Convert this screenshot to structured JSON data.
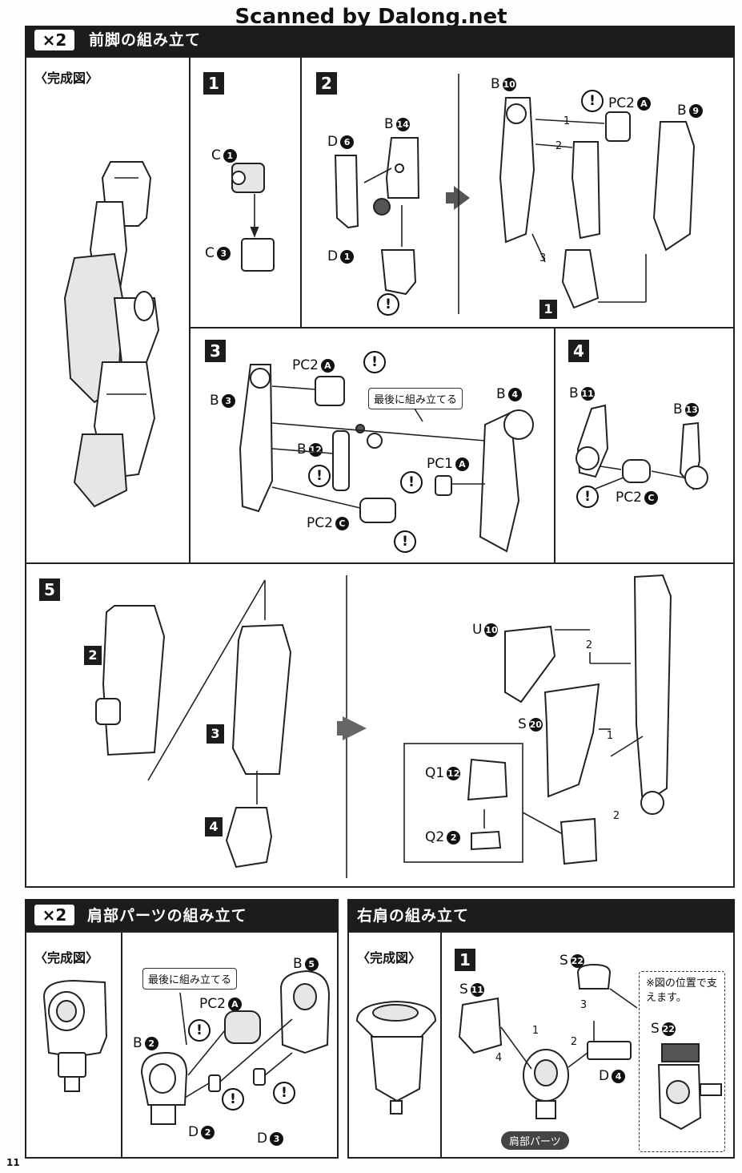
{
  "watermark": "Scanned by Dalong.net",
  "section1": {
    "multiplier": "×2",
    "title": "前脚の組み立て",
    "completed": "〈完成図〉",
    "steps": [
      "1",
      "2",
      "3",
      "4",
      "5"
    ],
    "step1": {
      "a": "C",
      "a_num": "1",
      "b": "C",
      "b_num": "3"
    },
    "step2": {
      "d6": "D",
      "d6_num": "6",
      "b14": "B",
      "b14_num": "14",
      "d1": "D",
      "d1_num": "1",
      "b10": "B",
      "b10_num": "10",
      "pc2": "PC2",
      "pc2_letter": "A",
      "b9": "B",
      "b9_num": "9",
      "hex1": "1",
      "hex2": "2",
      "hex3": "3",
      "ref": "1"
    },
    "step3": {
      "pc2a": "PC2",
      "pc2a_letter": "A",
      "b3": "B",
      "b3_num": "3",
      "last_note": "最後に組み立てる",
      "b4": "B",
      "b4_num": "4",
      "b12": "B",
      "b12_num": "12",
      "pc1": "PC1",
      "pc1_letter": "A",
      "pc2c": "PC2",
      "pc2c_letter": "C"
    },
    "step4": {
      "b11": "B",
      "b11_num": "11",
      "b13": "B",
      "b13_num": "13",
      "pc2c": "PC2",
      "pc2c_letter": "C"
    },
    "step5": {
      "ref2": "2",
      "ref3": "3",
      "ref4": "4",
      "u10": "U",
      "u10_num": "10",
      "s20": "S",
      "s20_num": "20",
      "q1": "Q1",
      "q1_num": "12",
      "q2": "Q2",
      "q2_num": "2",
      "hex2a": "2",
      "hex1": "1",
      "hex2b": "2"
    }
  },
  "section2": {
    "multiplier": "×2",
    "title": "肩部パーツの組み立て",
    "completed": "〈完成図〉",
    "last_note": "最後に組み立てる",
    "pc2": "PC2",
    "pc2_letter": "A",
    "b2": "B",
    "b2_num": "2",
    "b5": "B",
    "b5_num": "5",
    "d2": "D",
    "d2_num": "2",
    "d3": "D",
    "d3_num": "3"
  },
  "section3": {
    "title": "右肩の組み立て",
    "completed": "〈完成図〉",
    "step": "1",
    "s22": "S",
    "s22_num": "22",
    "s11": "S",
    "s11_num": "11",
    "d4": "D",
    "d4_num": "4",
    "hex1": "1",
    "hex2": "2",
    "hex3": "3",
    "hex4": "4",
    "note": "※図の位置で支えます。",
    "s22b": "S",
    "s22b_num": "22",
    "pill": "肩部パーツ"
  },
  "page_number": "11",
  "excl": "!"
}
